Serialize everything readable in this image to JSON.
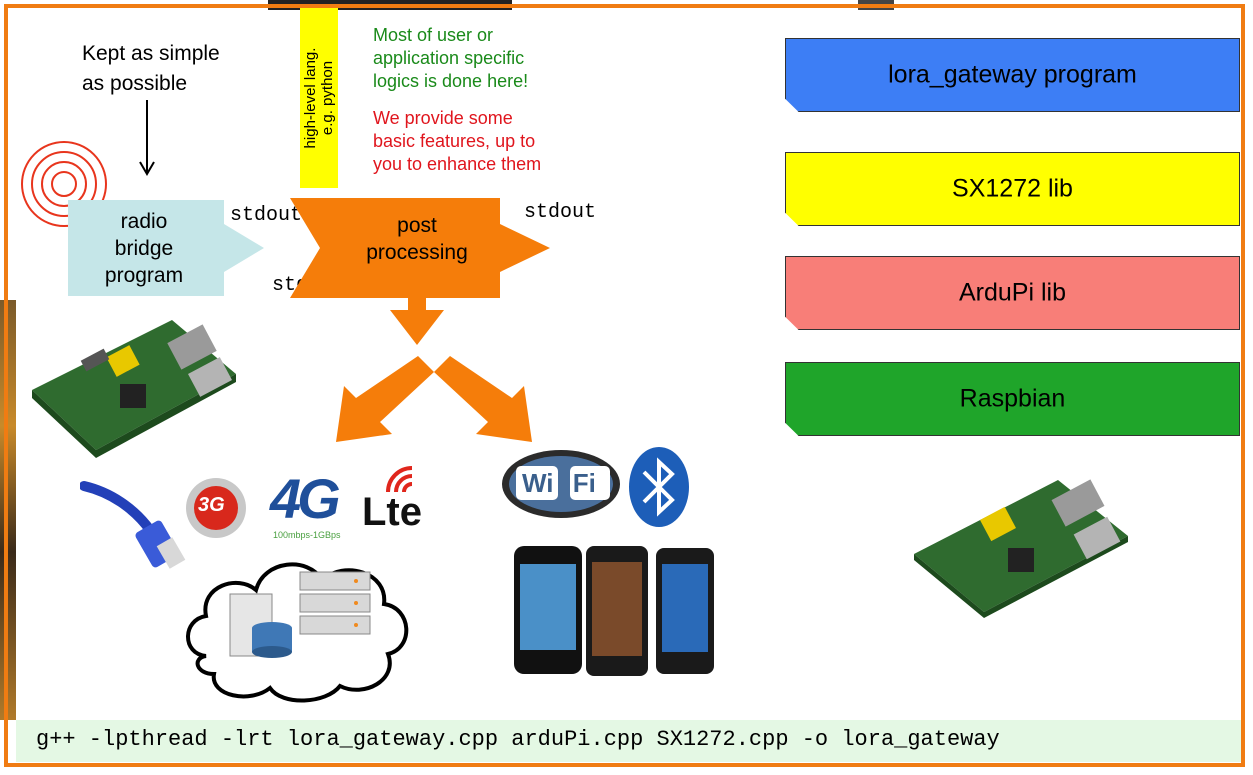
{
  "annotations": {
    "kept_simple": [
      "Kept as simple",
      "as possible"
    ],
    "high_level_lang": [
      "high-level lang.",
      "e.g. python"
    ],
    "green_note": [
      "Most of user or",
      "application specific",
      "logics is done here!"
    ],
    "red_note": [
      "We provide some",
      "basic features, up to",
      "you to enhance them"
    ]
  },
  "pipeline": {
    "radio_bridge": [
      "radio",
      "bridge",
      "program"
    ],
    "stdout_1": "stdout",
    "stdin": "stdin",
    "post_processing": [
      "post",
      "processing"
    ],
    "stdout_2": "stdout"
  },
  "logos": {
    "threeg": "3G",
    "fourg": "4G",
    "fourg_speed": "100mbps-1GBps",
    "lte": "Lte",
    "wifi": "Wi Fi"
  },
  "stack": [
    {
      "label": "lora_gateway program",
      "color": "#3d7ef5"
    },
    {
      "label": "SX1272 lib",
      "color": "#ffff00"
    },
    {
      "label": "ArduPi lib",
      "color": "#f87e78"
    },
    {
      "label": "Raspbian",
      "color": "#1fa52a"
    }
  ],
  "command": "g++ -lpthread -lrt lora_gateway.cpp arduPi.cpp SX1272.cpp -o lora_gateway",
  "colors": {
    "frame": "#f07c12",
    "arrow_orange": "#f57d0a",
    "radio_box": "#c5e6e8",
    "cmd_bar": "#e4f8e4"
  }
}
